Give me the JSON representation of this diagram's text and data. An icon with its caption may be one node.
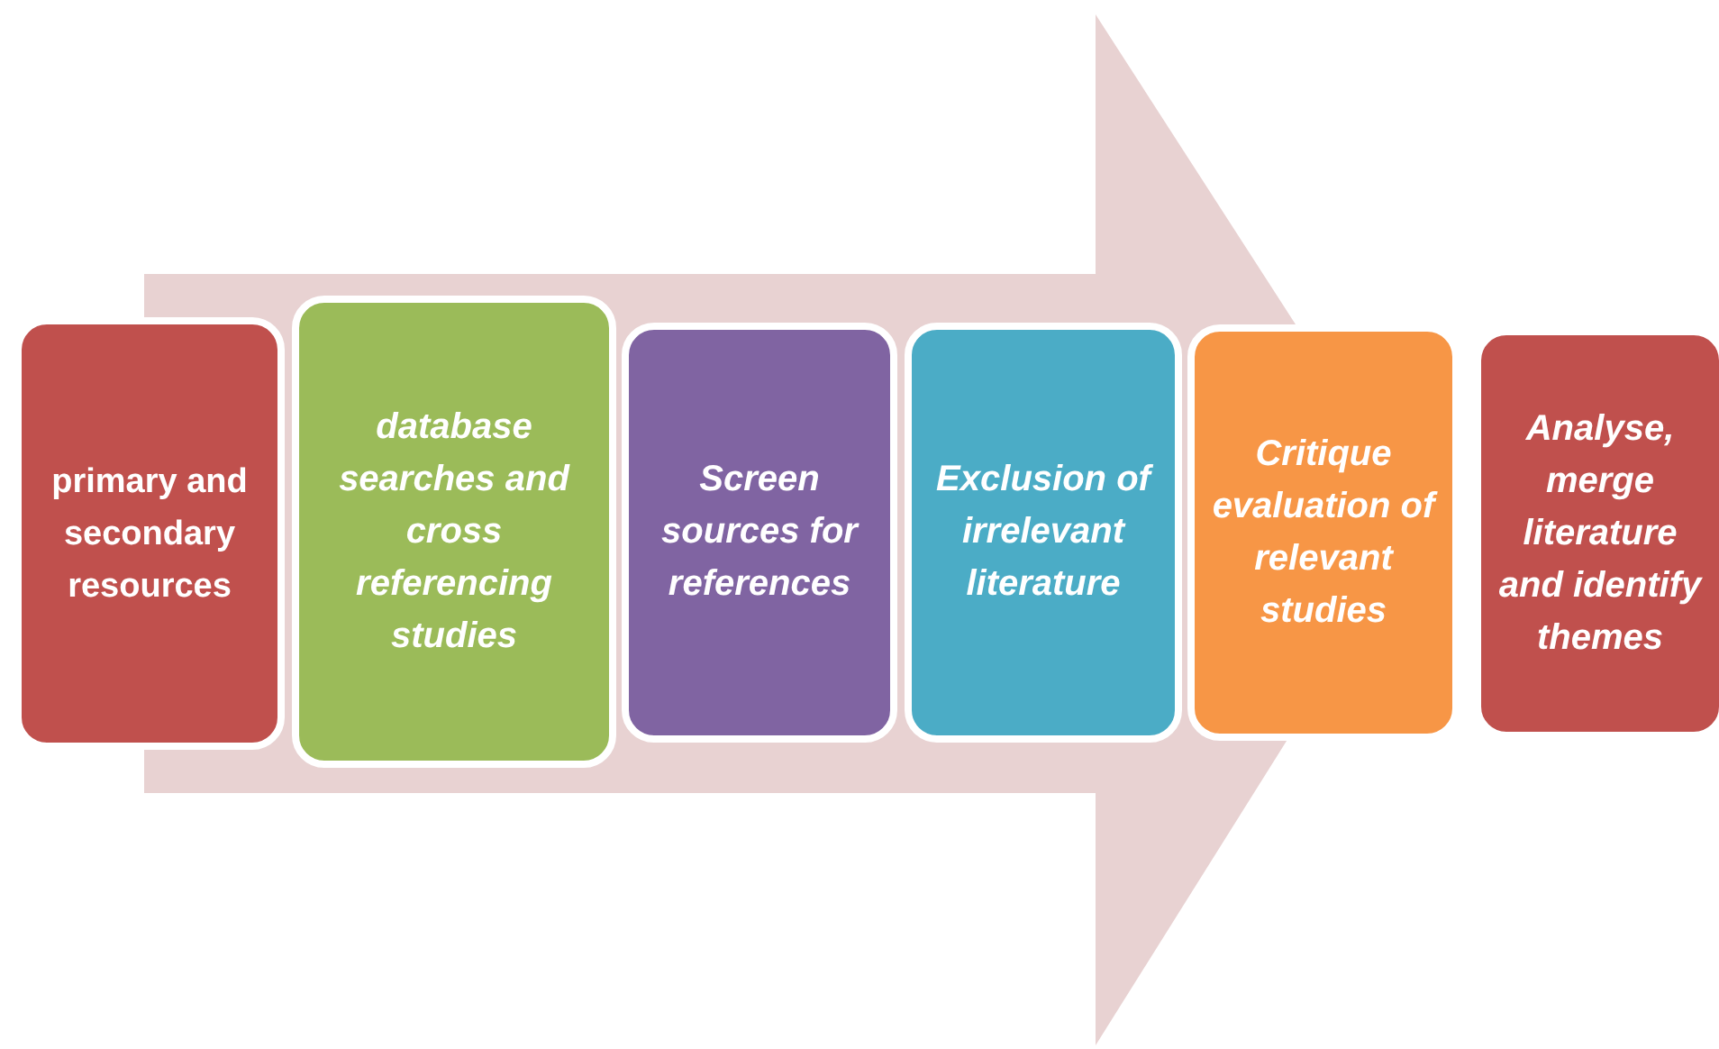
{
  "diagram": {
    "nodes": [
      {
        "text": [
          "primary and secondary resources"
        ]
      },
      {
        "text": [
          "database searches and cross referencing studies"
        ]
      },
      {
        "text": [
          "Screen sources for references"
        ]
      },
      {
        "text": [
          "Exclusion of irrelevant literature"
        ]
      },
      {
        "text": [
          "Critique evaluation of relevant studies"
        ]
      },
      {
        "text": [
          "Analyse, merge literature and identify themes"
        ]
      }
    ],
    "edges": [
      {
        "from": 0,
        "to": 4,
        "arrow": "to"
      }
    ]
  }
}
